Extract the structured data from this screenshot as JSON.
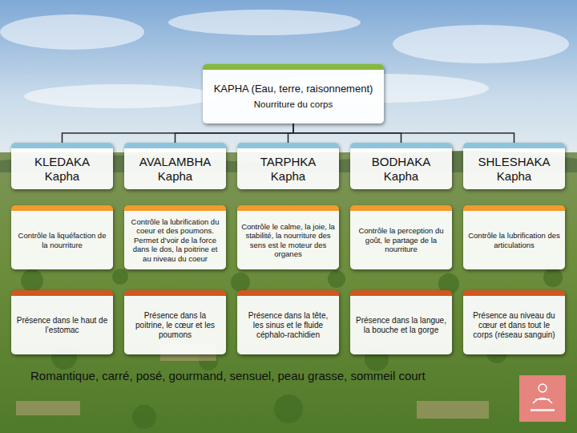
{
  "diagram": {
    "nodes": [
      {
        "text": [
          "KAPHA (Eau, terre, raisonnement)",
          "Nourriture du corps"
        ]
      },
      {
        "text": [
          "KLEDAKA Kapha"
        ]
      },
      {
        "text": [
          "AVALAMBHA Kapha"
        ]
      },
      {
        "text": [
          "TARPHKA Kapha"
        ]
      },
      {
        "text": [
          "BODHAKA Kapha"
        ]
      },
      {
        "text": [
          "SHLESHAKA Kapha"
        ]
      },
      {
        "text": [
          "Contrôle la liquéfaction de la nourriture"
        ]
      },
      {
        "text": [
          "Contrôle la lubrification du coeur et des poumons. Permet d’voir de la force dans le dos, la poitrine et au niveau du coeur"
        ]
      },
      {
        "text": [
          "Contrôle le calme, la joie, la stabilité, la nourriture des sens est le moteur des organes"
        ]
      },
      {
        "text": [
          "Contrôle la perception du goût, le partage de la nourriture"
        ]
      },
      {
        "text": [
          "Contrôle la lubrification des articulations"
        ]
      },
      {
        "text": [
          "Présence dans le haut de l’estomac"
        ]
      },
      {
        "text": [
          "Présence dans la poitrine, le cœur et les poumons"
        ]
      },
      {
        "text": [
          "Présence dans la tête, les sinus et le fluide céphalo-rachidien"
        ]
      },
      {
        "text": [
          "Présence dans la langue, la bouche et la gorge"
        ]
      },
      {
        "text": [
          "Présence au niveau du cœur et dans tout le corps (réseau sanguin)"
        ]
      }
    ],
    "edges": [
      {
        "from": 0,
        "to": 1,
        "arrow": "none"
      },
      {
        "from": 0,
        "to": 2,
        "arrow": "none"
      },
      {
        "from": 0,
        "to": 3,
        "arrow": "none"
      },
      {
        "from": 0,
        "to": 4,
        "arrow": "none"
      },
      {
        "from": 0,
        "to": 5,
        "arrow": "none"
      }
    ],
    "labels": [
      "Romantique, carré, posé, gourmand, sensuel, peau grasse, sommeil court"
    ]
  }
}
